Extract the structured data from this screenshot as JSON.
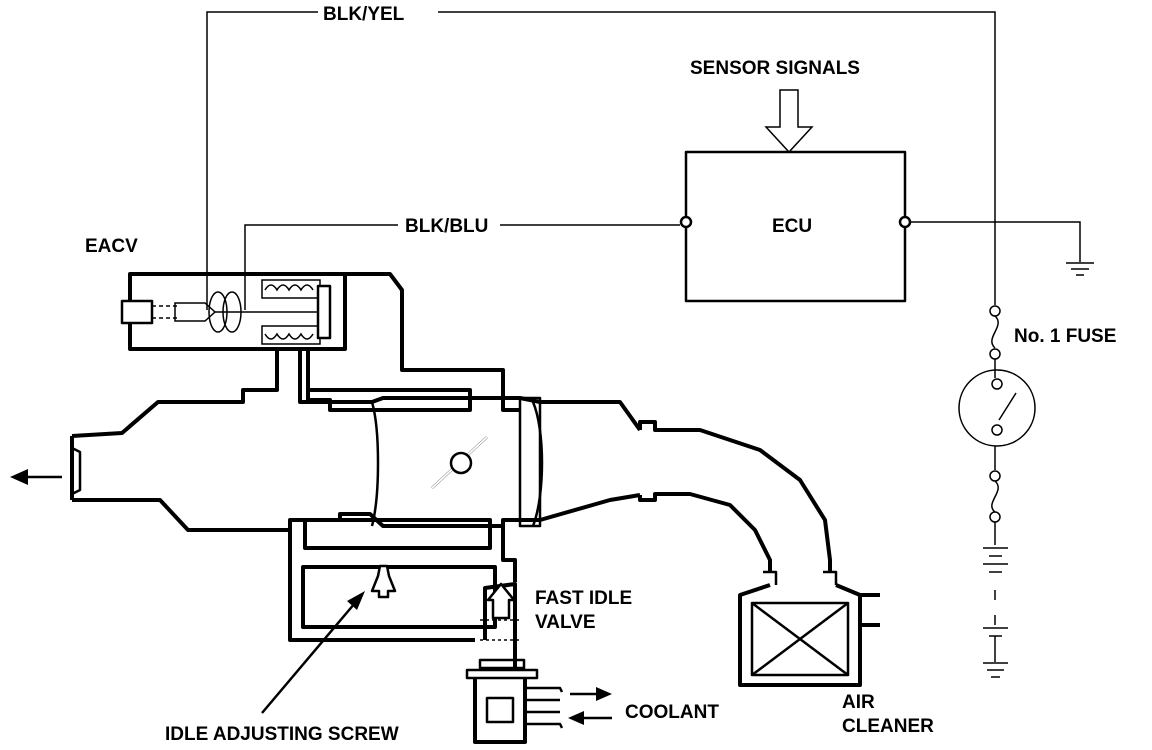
{
  "labels": {
    "blk_yel": "BLK/YEL",
    "sensor_signals": "SENSOR SIGNALS",
    "blk_blu": "BLK/BLU",
    "ecu": "ECU",
    "eacv": "EACV",
    "no1_fuse": "No. 1 FUSE",
    "fast_idle_valve_line1": "FAST IDLE",
    "fast_idle_valve_line2": "VALVE",
    "coolant": "COOLANT",
    "air_cleaner_line1": "AIR",
    "air_cleaner_line2": "CLEANER",
    "idle_adjusting_screw": "IDLE ADJUSTING SCREW"
  },
  "colors": {
    "line": "#000000",
    "background": "#ffffff"
  }
}
